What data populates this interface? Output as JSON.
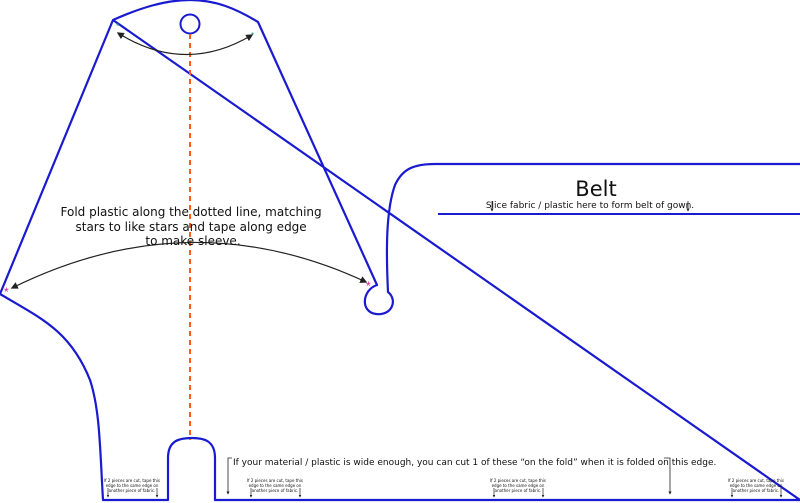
{
  "pattern": {
    "colors": {
      "outline": "#1a1ad0",
      "fold_line": "#ff5a1f",
      "star_pink": "#e0208c",
      "star_teal": "#1a9c8c",
      "arrow": "#222222"
    },
    "sleeve_instruction": [
      "Fold plastic along the dotted line, matching",
      "stars to like stars and tape along edge",
      "to make sleeve."
    ],
    "belt_title": "Belt",
    "belt_cut_note": "Slice fabric / plastic here to form belt of gown.",
    "fold_note": "If your material / plastic is wide enough, you can cut 1 of these “on the fold” when it is folded on this edge.",
    "tape_note": [
      "If 2 pieces are cut, tape this",
      "edge to the same edge on",
      "another piece of fabric."
    ],
    "star_symbol": "*"
  }
}
